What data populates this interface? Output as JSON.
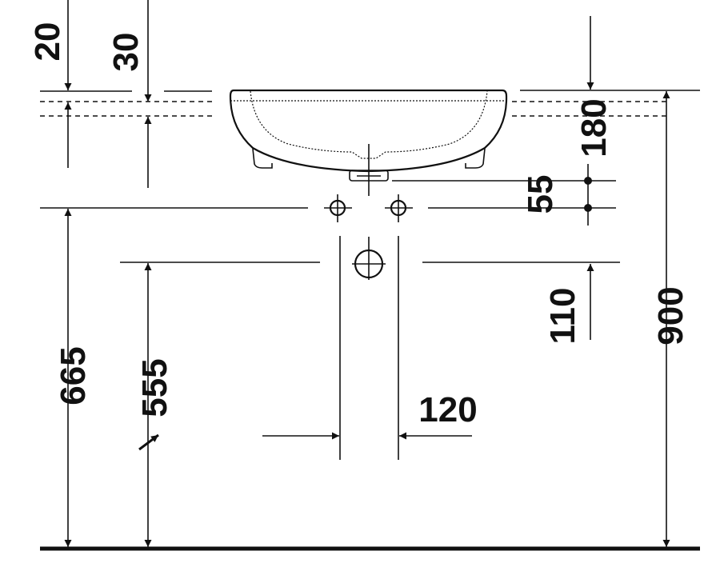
{
  "title": "Washbasin installation dimensions (mm)",
  "dimensions": {
    "rim_20": "20",
    "rim_30": "30",
    "height_180": "180",
    "tap_55": "55",
    "waste_110": "110",
    "total_900": "900",
    "taps_665": "665",
    "waste_555": "555",
    "width_120": "120"
  }
}
